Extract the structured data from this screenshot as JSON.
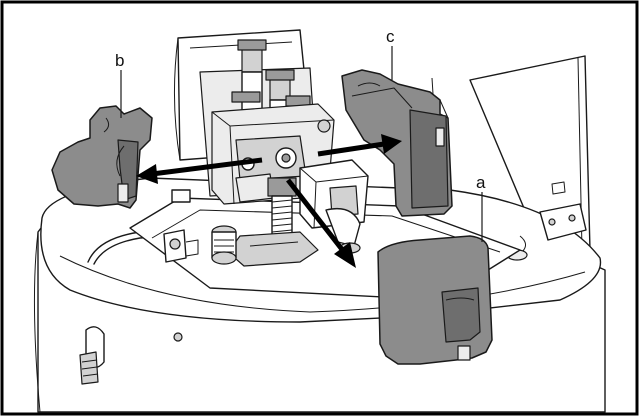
{
  "labels": {
    "a": "a",
    "b": "b",
    "c": "c"
  },
  "colors": {
    "frame": "#000000",
    "removable_part": "#8c8c8c",
    "line_art": "#1a1a1a",
    "background": "#ffffff"
  }
}
